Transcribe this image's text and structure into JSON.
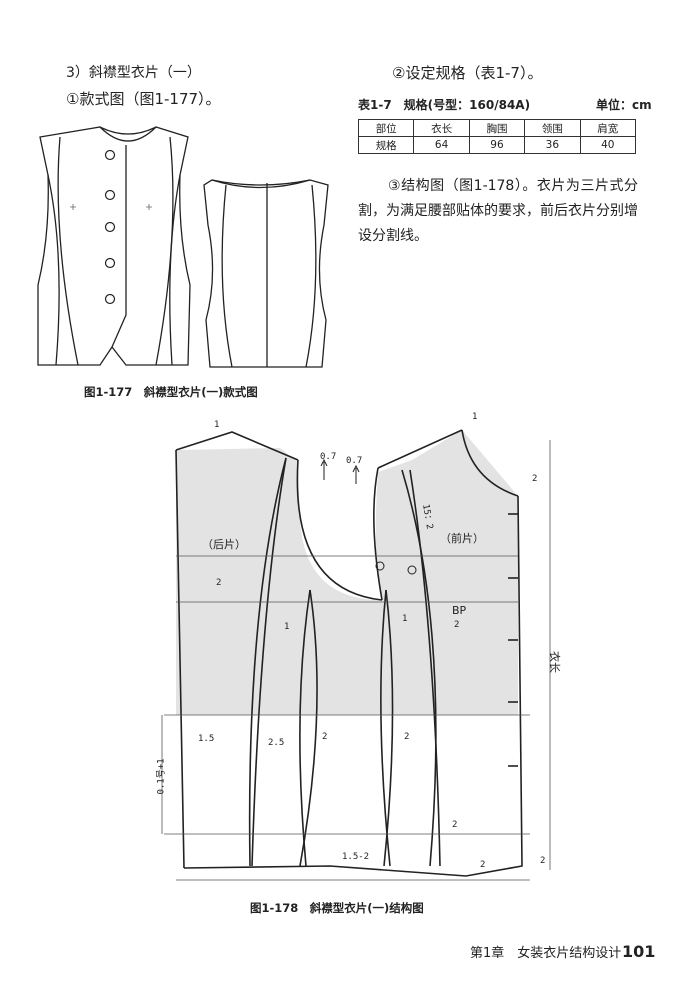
{
  "section": {
    "heading": "3）斜襟型衣片（一）",
    "item1": "①款式图（图1-177）。",
    "item2": "②设定规格（表1-7）。",
    "item3_paragraph": "③结构图（图1-178）。衣片为三片式分割，为满足腰部贴体的要求，前后衣片分别增设分割线。"
  },
  "table": {
    "caption": "表1-7　规格(号型：160/84A)",
    "unit": "单位：cm",
    "headers": [
      "部位",
      "衣长",
      "胸围",
      "领围",
      "肩宽"
    ],
    "row": [
      "规格",
      "64",
      "96",
      "36",
      "40"
    ]
  },
  "figures": {
    "fig177_caption": "图1-177　斜襟型衣片(一)款式图",
    "fig178_caption": "图1-178　斜襟型衣片(一)结构图"
  },
  "pattern_labels": {
    "back": "（后片）",
    "front": "（前片）",
    "bp": "BP",
    "length": "衣长",
    "formula": "0.1号+1",
    "slope": "15：2",
    "v_0_7a": "0.7",
    "v_0_7b": "0.7",
    "v_1_top_left": "1",
    "v_1_top_right": "1",
    "v_2_neck": "2",
    "v_2_back": "2",
    "v_1_back": "1",
    "v_1_front": "1",
    "v_2_bp": "2",
    "v_1_5": "1.5",
    "v_2_5": "2.5",
    "v_2_a": "2",
    "v_2_b": "2",
    "v_2_side": "2",
    "v_1_5_2": "1.5-2",
    "v_2_hem_l": "2",
    "v_2_hem_r": "2"
  },
  "footer": {
    "chapter": "第1章　女装衣片结构设计",
    "page": "101"
  }
}
